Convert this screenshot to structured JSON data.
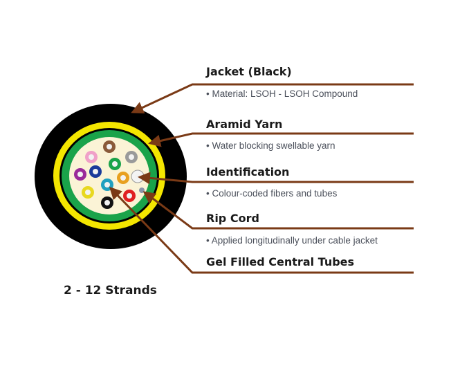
{
  "labels": [
    {
      "title": "Jacket (Black)",
      "bullet": "• Material: LSOH - LSOH Compound"
    },
    {
      "title": "Aramid Yarn",
      "bullet": "• Water blocking swellable yarn"
    },
    {
      "title": "Identification",
      "bullet": "• Colour-coded fibers and tubes"
    },
    {
      "title": "Rip Cord",
      "bullet": "• Applied longitudinally under cable jacket"
    },
    {
      "title": "Gel Filled Central Tubes"
    }
  ],
  "caption": "2 - 12 Strands",
  "colors": {
    "jacket": "#000000",
    "yarn": "#f4e600",
    "inner_sheath": "#1aa34a",
    "gel": "#fbf3d6",
    "leader": "#7a3a16"
  },
  "tube_colors": [
    "#8a5a3a",
    "#f0a0c8",
    "#9a9a9a",
    "#1aa34a",
    "#9a2a9a",
    "#1a3a9a",
    "#e8a020",
    "#f4f4f4",
    "#20a0c0",
    "#e8d820",
    "#e02020",
    "#111111"
  ]
}
